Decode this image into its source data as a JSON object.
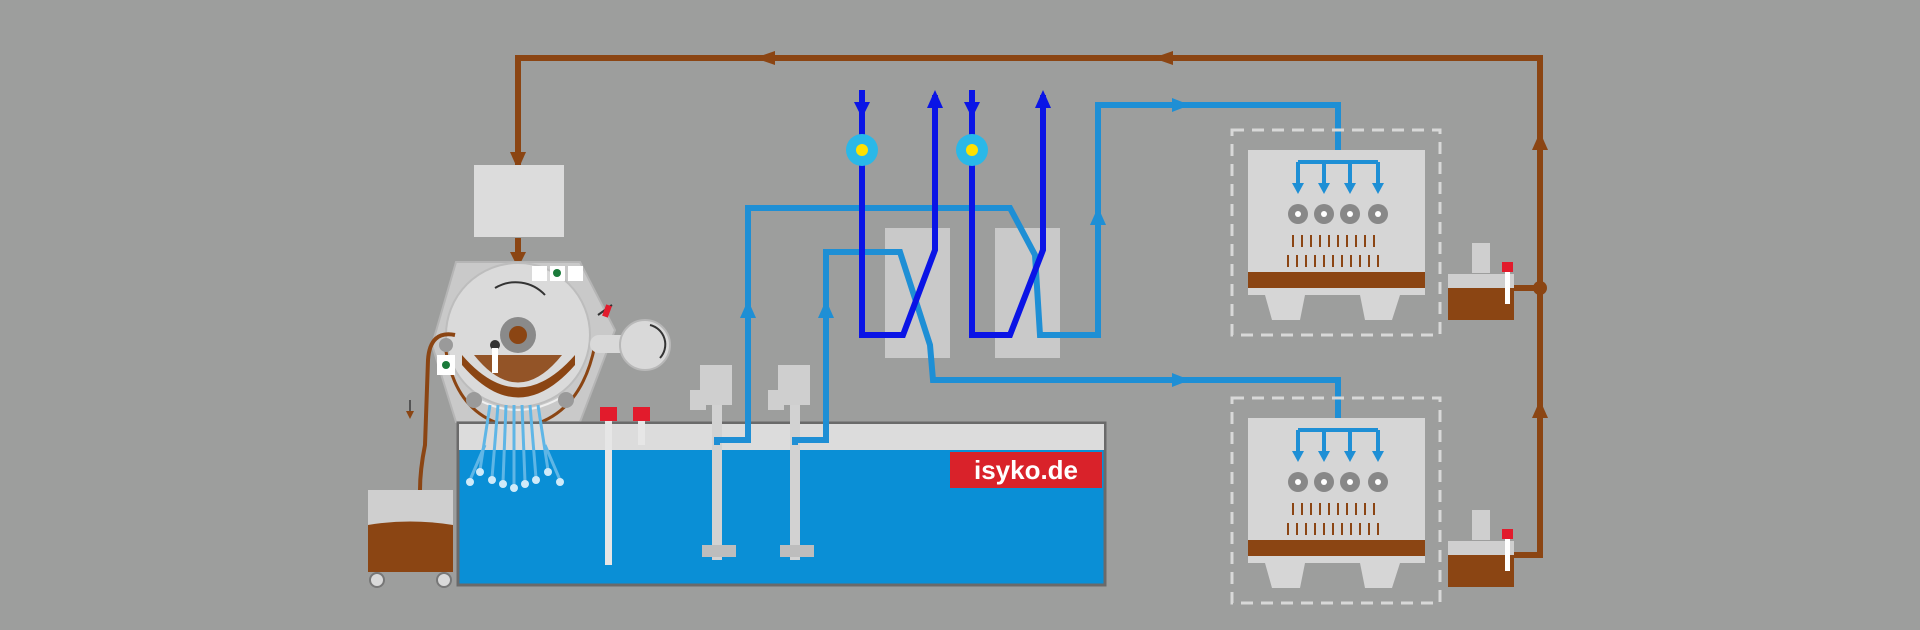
{
  "brand": {
    "label": "isyko.de",
    "color": "#d9222a"
  },
  "colors": {
    "background": "#9d9e9d",
    "sludge_line": "#8b4513",
    "coolant_line": "#1e8fd5",
    "cooling_water_line": "#0a14e6",
    "tank_water": "#0a8fd6",
    "machine_gray": "#d6d6d6",
    "pump_accent": "#e21b2c"
  },
  "components": [
    {
      "id": "feed-box",
      "icon": "hopper-box-icon"
    },
    {
      "id": "belt-filter",
      "icon": "rotary-drum-filter-icon"
    },
    {
      "id": "sludge-cart",
      "icon": "sludge-cart-icon"
    },
    {
      "id": "clean-tank",
      "icon": "water-tank-icon"
    },
    {
      "id": "heat-exchanger-1",
      "icon": "heat-exchanger-icon"
    },
    {
      "id": "heat-exchanger-2",
      "icon": "heat-exchanger-icon"
    },
    {
      "id": "machine-tool-1",
      "icon": "grinding-machine-icon"
    },
    {
      "id": "machine-tool-2",
      "icon": "grinding-machine-icon"
    },
    {
      "id": "lift-pump-1",
      "icon": "lift-pump-icon"
    },
    {
      "id": "lift-pump-2",
      "icon": "lift-pump-icon"
    }
  ]
}
